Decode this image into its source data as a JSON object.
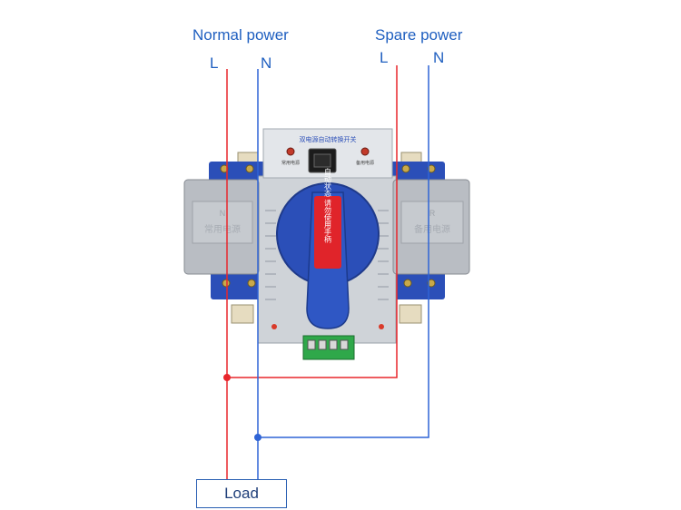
{
  "sources": {
    "normal": {
      "title": "Normal power",
      "live": "L",
      "neutral": "N"
    },
    "spare": {
      "title": "Spare power",
      "live": "L",
      "neutral": "N"
    }
  },
  "load_label": "Load",
  "device": {
    "header_text": "双电源自动转换开关",
    "indicator_left": "常用电源",
    "indicator_right": "备用电源",
    "handle_text": "自动状态 请勿使用手柄",
    "left_cover_mark": "N",
    "left_cover_text": "常用电源",
    "right_cover_mark": "R",
    "right_cover_text": "备用电源"
  },
  "colors": {
    "live_wire": "#e8262c",
    "neutral_wire": "#2f64d6",
    "label_text": "#1f5fc0",
    "body_blue": "#2b4fb8",
    "cover_grey": "#b9bdc3",
    "handle_red": "#e0242a"
  }
}
